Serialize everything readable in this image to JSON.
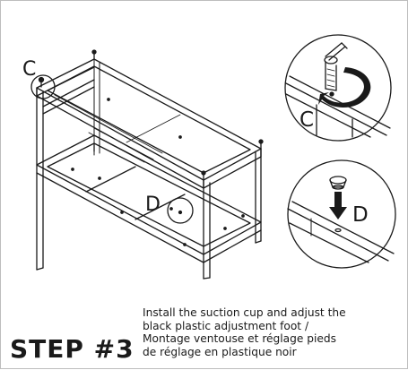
{
  "callouts": {
    "c_main": "C",
    "d_main": "D",
    "c_detail": "C",
    "d_detail": "D"
  },
  "step": {
    "label": "STEP #3"
  },
  "instructions": {
    "line1": "Install the suction cup and adjust the",
    "line2": "black plastic adjustment foot /",
    "line3": "Montage ventouse et réglage pieds",
    "line4": "de réglage en plastique noir"
  },
  "icons": [
    "hex-key-icon",
    "rotation-arrow-icon",
    "down-arrow-icon",
    "suction-cup-foot-icon"
  ]
}
